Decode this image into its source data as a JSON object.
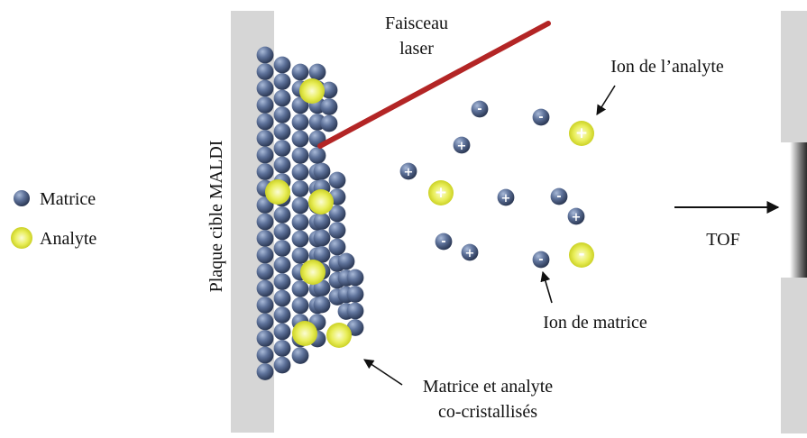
{
  "labels": {
    "laser_line1": "Faisceau",
    "laser_line2": "laser",
    "ion_analyte": "Ion de l’analyte",
    "ion_matrice": "Ion de matrice",
    "cocrystal_line1": "Matrice et analyte",
    "cocrystal_line2": "co-cristallisés",
    "plate": "Plaque cible MALDI",
    "tof": "TOF"
  },
  "legend": [
    {
      "kind": "matrice",
      "label": "Matrice"
    },
    {
      "kind": "analyte",
      "label": "Analyte"
    }
  ],
  "colors": {
    "matrix_dark": "#2f3e5e",
    "matrix_light": "#8fa3c8",
    "analyte_core": "#f6f8b6",
    "analyte_edge": "#c9cf1e",
    "laser": "#b32525",
    "plate": "#d6d6d6",
    "text": "#111111"
  },
  "ions": [
    {
      "type": "matrice",
      "charge": "-"
    },
    {
      "type": "matrice",
      "charge": "-"
    },
    {
      "type": "analyte",
      "charge": "+"
    },
    {
      "type": "matrice",
      "charge": "+"
    },
    {
      "type": "matrice",
      "charge": "+"
    },
    {
      "type": "analyte",
      "charge": "+"
    },
    {
      "type": "matrice",
      "charge": "+"
    },
    {
      "type": "matrice",
      "charge": "-"
    },
    {
      "type": "matrice",
      "charge": "+"
    },
    {
      "type": "matrice",
      "charge": "-"
    },
    {
      "type": "matrice",
      "charge": "+"
    },
    {
      "type": "analyte",
      "charge": "-"
    },
    {
      "type": "matrice",
      "charge": "-"
    }
  ]
}
